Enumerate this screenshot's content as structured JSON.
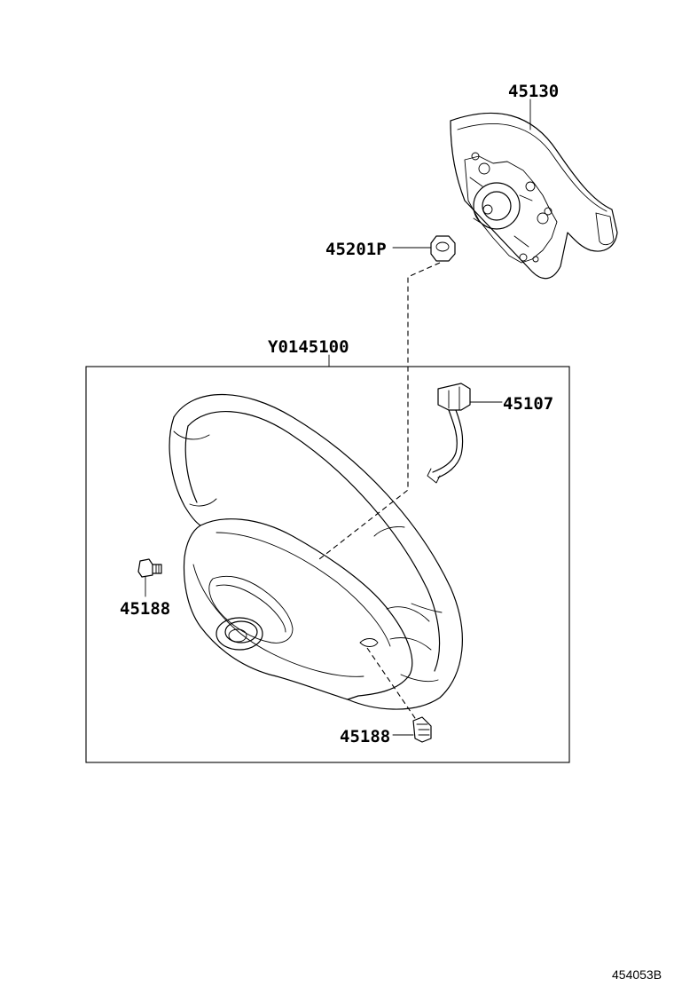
{
  "diagram": {
    "callouts": {
      "airbag": "45130",
      "nut": "45201P",
      "assembly": "Y0145100",
      "connector": "45107",
      "screw_left": "45188",
      "screw_bottom": "45188"
    },
    "figure_number": "454053B"
  }
}
